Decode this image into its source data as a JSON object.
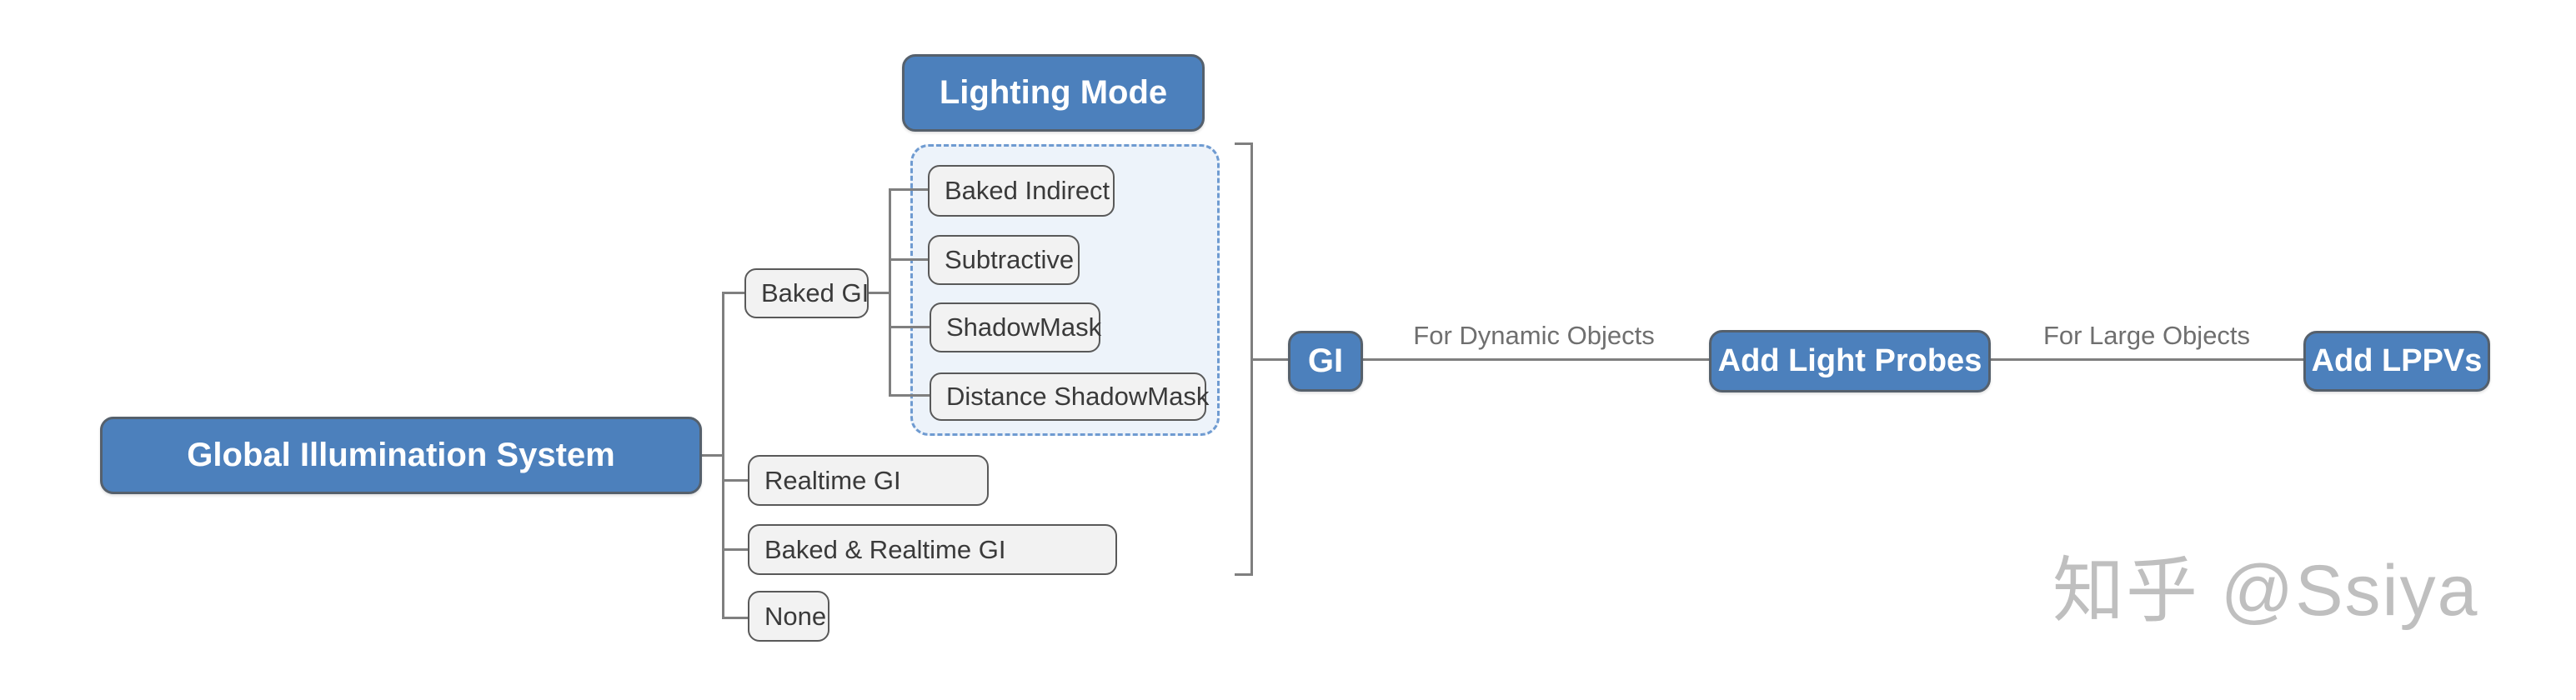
{
  "diagram": {
    "root": {
      "label": "Global Illumination System"
    },
    "header": {
      "label": "Lighting Mode"
    },
    "gi_types": [
      {
        "label": "Baked GI"
      },
      {
        "label": "Realtime GI"
      },
      {
        "label": "Baked & Realtime GI"
      },
      {
        "label": "None"
      }
    ],
    "lighting_modes": [
      {
        "label": "Baked Indirect"
      },
      {
        "label": "Subtractive"
      },
      {
        "label": "ShadowMask"
      },
      {
        "label": "Distance ShadowMask"
      }
    ],
    "flow": {
      "gi": {
        "label": "GI"
      },
      "edge_dynamic": {
        "label": "For Dynamic Objects"
      },
      "light_probes": {
        "label": "Add Light Probes"
      },
      "edge_large": {
        "label": "For Large Objects"
      },
      "lppvs": {
        "label": "Add LPPVs"
      }
    },
    "watermark": {
      "text": "知乎 @Ssiya"
    },
    "colors": {
      "accent_blue": "#4C80BC",
      "blue_border": "#55606C",
      "gray_node_fill": "#F2F2F2",
      "gray_node_border": "#595959",
      "connector_gray": "#7F7F7F",
      "group_fill": "#EDF3FA",
      "group_border_blue": "#6F9BD1",
      "edge_label_gray": "#6F6F6F",
      "watermark_gray": "#BFBFBF"
    }
  }
}
